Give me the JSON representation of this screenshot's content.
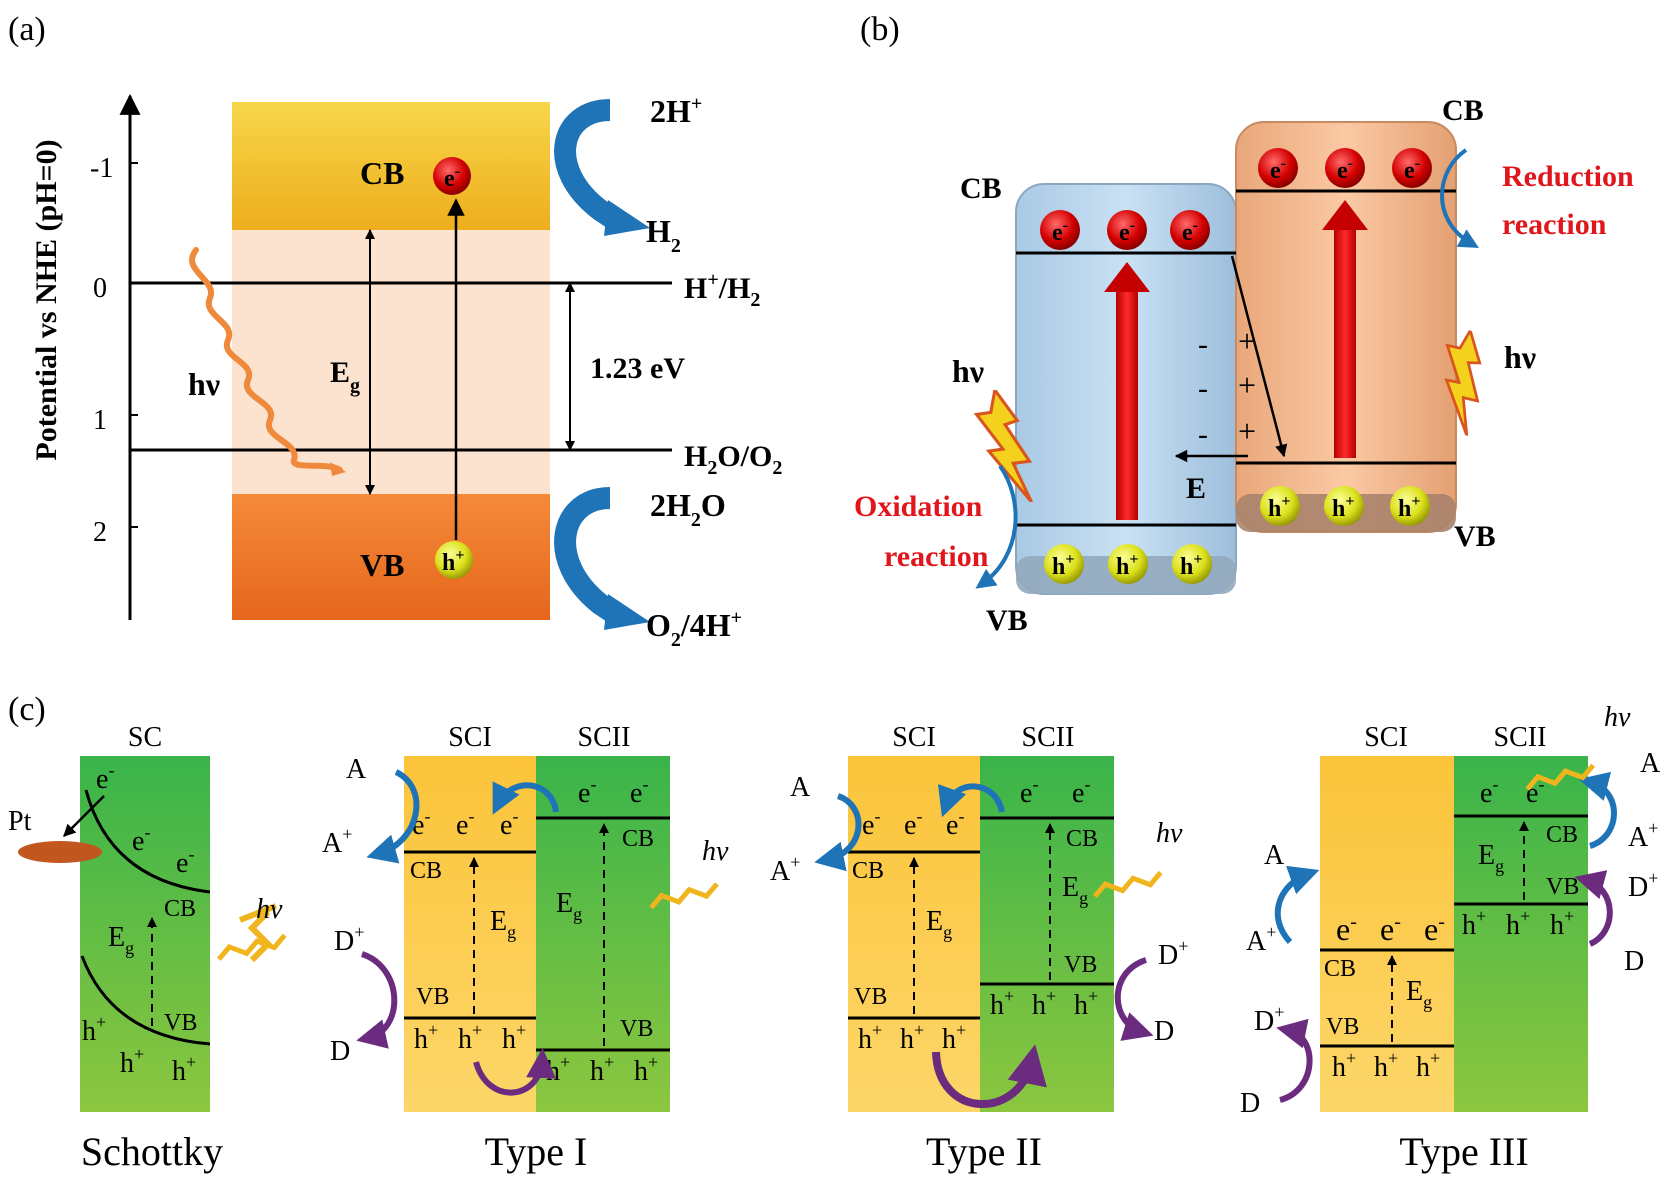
{
  "panel_a": {
    "label": "(a)",
    "y_axis_label": "Potential vs NHE (pH=0)",
    "ticks": [
      "-1",
      "0",
      "1",
      "2"
    ],
    "cb": "CB",
    "vb": "VB",
    "electron": "e",
    "electron_sup": "-",
    "hole": "h",
    "hole_sup": "+",
    "eg": "E",
    "eg_sub": "g",
    "hv": "hν",
    "gap": "1.23 eV",
    "h_level_main": "H",
    "h_level_sup": "+",
    "h_level_rest": "/H",
    "h_level_sub": "2",
    "o_level_a": "H",
    "o_level_sub1": "2",
    "o_level_b": "O/O",
    "o_level_sub2": "2",
    "red_reactant": "2H",
    "red_reactant_sup": "+",
    "red_product": "H",
    "red_product_sub": "2",
    "ox_reactant_a": "2H",
    "ox_reactant_sub": "2",
    "ox_reactant_b": "O",
    "ox_product_a": "O",
    "ox_product_sub": "2",
    "ox_product_b": "/4H",
    "ox_product_sup": "+"
  },
  "panel_b": {
    "label": "(b)",
    "cb_left": "CB",
    "vb_left": "VB",
    "cb_right": "CB",
    "vb_right": "VB",
    "hv_left": "hν",
    "hv_right": "hν",
    "field": "E",
    "minus": "-",
    "plus": "+",
    "oxidation_1": "Oxidation",
    "oxidation_2": "reaction",
    "reduction_1": "Reduction",
    "reduction_2": "reaction",
    "electron": "e",
    "electron_sup": "-",
    "hole": "h",
    "hole_sup": "+"
  },
  "panel_c": {
    "label": "(c)",
    "schottky": {
      "title": "Schottky",
      "sc": "SC",
      "metal": "Pt",
      "cb": "CB",
      "vb": "VB",
      "eg": "E",
      "eg_sub": "g",
      "hv": "hν"
    },
    "type1": {
      "title": "Type I",
      "sc1": "SCI",
      "sc2": "SCII",
      "cb": "CB",
      "vb": "VB",
      "eg": "E",
      "eg_sub": "g",
      "hv": "hν",
      "a": "A",
      "a_plus": "A",
      "d": "D",
      "d_plus": "D"
    },
    "type2": {
      "title": "Type II",
      "sc1": "SCI",
      "sc2": "SCII",
      "cb": "CB",
      "vb": "VB",
      "eg": "E",
      "eg_sub": "g",
      "hv": "hν",
      "a": "A",
      "a_plus": "A",
      "d": "D",
      "d_plus": "D"
    },
    "type3": {
      "title": "Type III",
      "sc1": "SCI",
      "sc2": "SCII",
      "cb": "CB",
      "vb": "VB",
      "eg": "E",
      "eg_sub": "g",
      "hv": "hν",
      "a": "A",
      "a_plus": "A",
      "d": "D",
      "d_plus": "D"
    },
    "electron": "e",
    "electron_sup": "-",
    "hole": "h",
    "hole_sup": "+",
    "plus": "+"
  },
  "colors": {
    "cb_yellow": "#f2b92c",
    "vb_orange": "#f07a2a",
    "arrow_blue": "#1f74b8",
    "arrow_purple": "#6b2c80",
    "green": "#3fb64a",
    "yellow_panel": "#fbc93d",
    "reaction_red": "#e0161c"
  }
}
